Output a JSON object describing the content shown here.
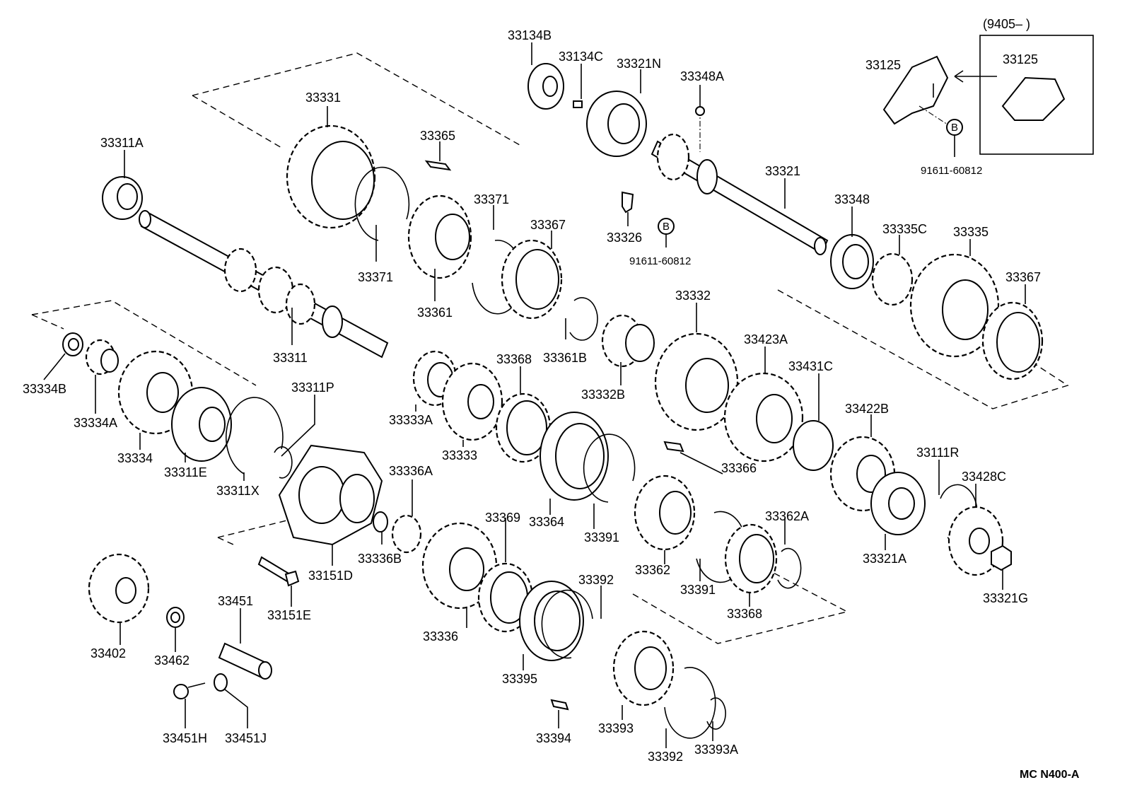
{
  "parts": {
    "p33134B": "33134B",
    "p33134C": "33134C",
    "p33321N": "33321N",
    "p33348A": "33348A",
    "p33331": "33331",
    "p33365": "33365",
    "p33311A": "33311A",
    "p33371a": "33371",
    "p33371b": "33371",
    "p33367a": "33367",
    "p33361": "33361",
    "p33361B": "33361B",
    "p33311": "33311",
    "p33326": "33326",
    "p33321": "33321",
    "p33348": "33348",
    "p33335C": "33335C",
    "p33335": "33335",
    "p33367b": "33367",
    "p33125a": "33125",
    "p33125b": "33125",
    "p33332": "33332",
    "p33423A": "33423A",
    "p33431C": "33431C",
    "p33332B": "33332B",
    "p33422B": "33422B",
    "p33368a": "33368",
    "p33333A": "33333A",
    "p33333": "33333",
    "p33334B": "33334B",
    "p33334A": "33334A",
    "p33334": "33334",
    "p33311P": "33311P",
    "p33311E": "33311E",
    "p33311X": "33311X",
    "p33366": "33366",
    "p33111R": "33111R",
    "p33428C": "33428C",
    "p33336A": "33336A",
    "p33369": "33369",
    "p33364": "33364",
    "p33362A": "33362A",
    "p33391a": "33391",
    "p33391b": "33391",
    "p33362": "33362",
    "p33321A": "33321A",
    "p33336B": "33336B",
    "p33151D": "33151D",
    "p33151E": "33151E",
    "p33451": "33451",
    "p33392a": "33392",
    "p33392b": "33392",
    "p33368b": "33368",
    "p33321G": "33321G",
    "p33402": "33402",
    "p33462": "33462",
    "p33336": "33336",
    "p33395": "33395",
    "p33394": "33394",
    "p33393": "33393",
    "p33393A": "33393A",
    "p33451H": "33451H",
    "p33451J": "33451J"
  },
  "bolt_a": "91611-60812",
  "bolt_b": "91611-60812",
  "callout_letter_a": "B",
  "callout_letter_b": "B",
  "inset_label": "(9405–          )",
  "diagram_code": "MC N400-A"
}
